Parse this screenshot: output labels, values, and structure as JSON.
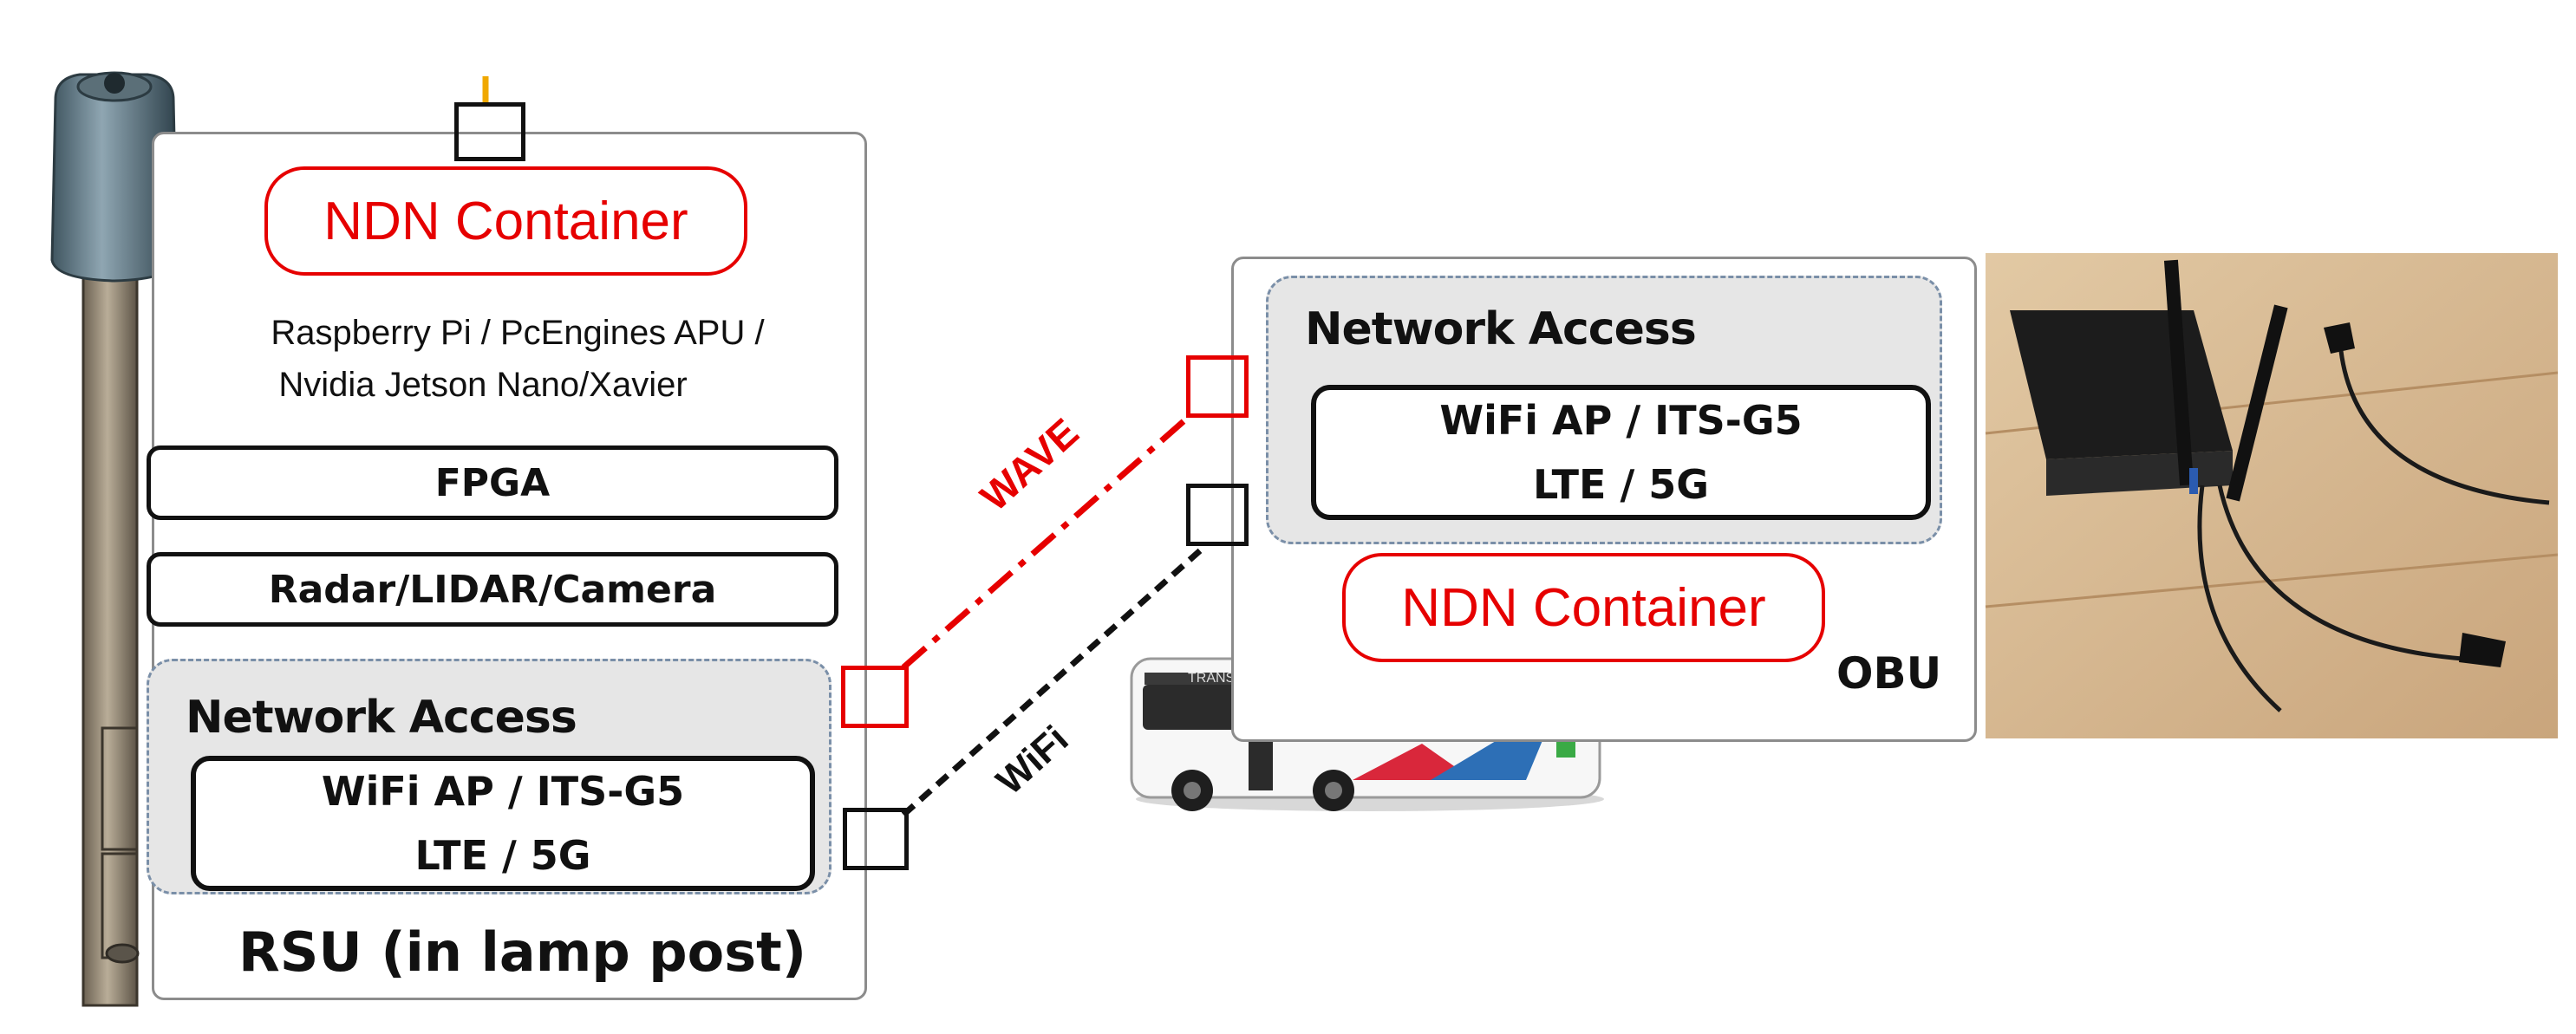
{
  "colors": {
    "accent_red": "#e60000",
    "panel_border": "#8c8c8c",
    "network_access_fill": "#e6e6e6",
    "network_access_dash": "#7a8fa8",
    "antenna_orange": "#f0a800"
  },
  "rsu": {
    "ndn_container": "NDN Container",
    "compute_line1": "Raspberry Pi / PcEngines APU /",
    "compute_line2": "Nvidia Jetson Nano/Xavier",
    "fpga": "FPGA",
    "sensors": "Radar/LIDAR/Camera",
    "network_access": {
      "title": "Network Access",
      "line1": "WiFi AP / ITS-G5",
      "line2": "LTE / 5G"
    },
    "label": "RSU (in lamp post)"
  },
  "links": {
    "wave": "WAVE",
    "wifi": "WiFi"
  },
  "obu": {
    "network_access": {
      "title": "Network Access",
      "line1": "WiFi AP / ITS-G5",
      "line2": "LTE / 5G"
    },
    "ndn_container": "NDN Container",
    "label": "OBU"
  },
  "bus": {
    "header_text": "TRANSDEV"
  },
  "icons": {
    "lamp_post": "lamp-post-icon",
    "bus": "bus-icon",
    "router_photo": "obu-router-photo"
  }
}
